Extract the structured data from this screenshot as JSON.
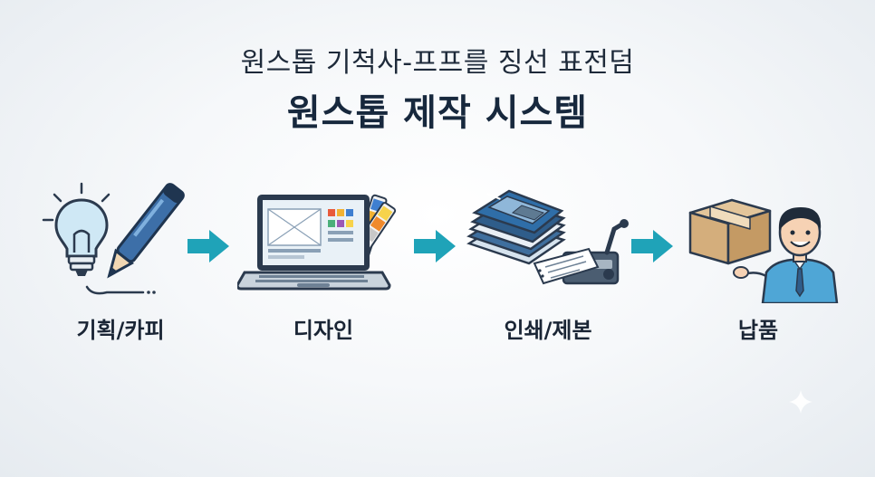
{
  "header": {
    "subtitle": "원스톱 기척사-프프를 징선 표전덤",
    "title": "원스톱 제작 시스템"
  },
  "steps": [
    {
      "label": "기획/카피",
      "icon": "lightbulb-pen-icon"
    },
    {
      "label": "디자인",
      "icon": "laptop-design-icon"
    },
    {
      "label": "인쇄/제본",
      "icon": "printing-binding-icon"
    },
    {
      "label": "납품",
      "icon": "delivery-box-person-icon"
    }
  ],
  "colors": {
    "arrow": "#1fa3b8",
    "title": "#17283d",
    "accent_blue": "#2f6ea8"
  }
}
